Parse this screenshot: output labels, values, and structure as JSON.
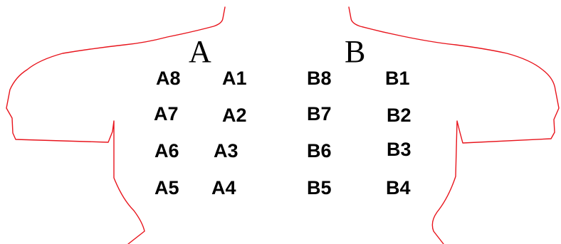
{
  "colors": {
    "outline": "#e8141c",
    "text": "#000000",
    "background": "#ffffff"
  },
  "groups": {
    "a": {
      "heading": "A",
      "leads": [
        "A8",
        "A1",
        "A7",
        "A2",
        "A6",
        "A3",
        "A5",
        "A4"
      ]
    },
    "b": {
      "heading": "B",
      "leads": [
        "B8",
        "B1",
        "B7",
        "B2",
        "B6",
        "B3",
        "B5",
        "B4"
      ]
    }
  }
}
